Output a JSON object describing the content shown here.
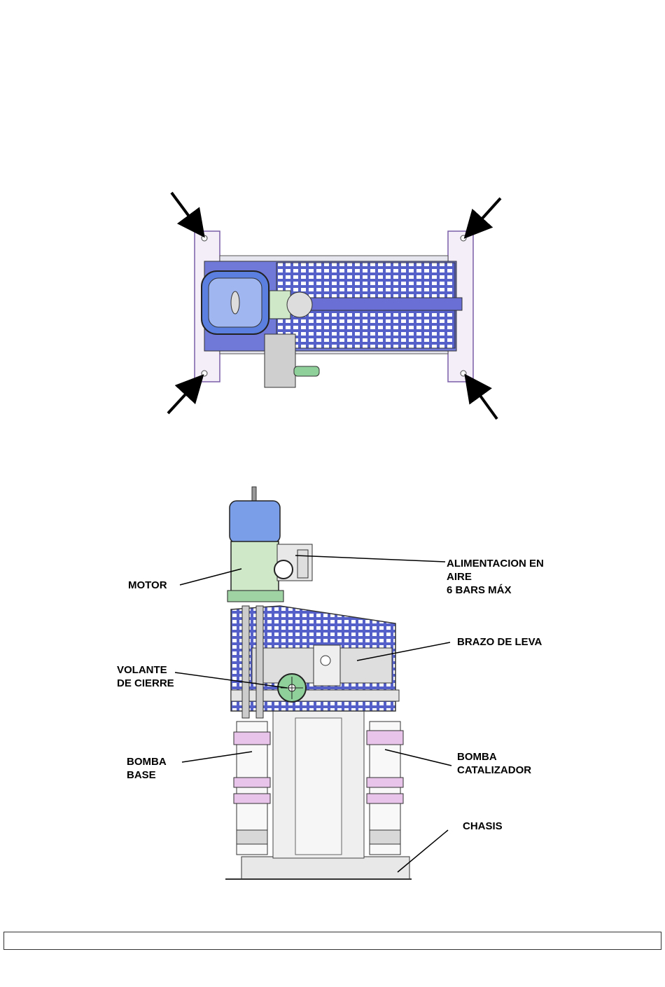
{
  "labels": {
    "motor": "MOTOR",
    "alimentacion_line1": "ALIMENTACION EN",
    "alimentacion_line2": "AIRE",
    "alimentacion_line3": "6 BARS MÁX",
    "brazo": "BRAZO DE LEVA",
    "volante_line1": "VOLANTE",
    "volante_line2": "DE CIERRE",
    "bomba_base_line1": "BOMBA",
    "bomba_base_line2": "BASE",
    "bomba_cat_line1": "BOMBA",
    "bomba_cat_line2": "CATALIZADOR",
    "chasis": "CHASIS"
  },
  "colors": {
    "frame": "#7b5fa8",
    "motor_blue": "#5b7fe0",
    "guard": "#6a6fd6",
    "motor_green": "#cfe8c7",
    "pump_pink": "#e8c3ea",
    "steel": "#dcdcdc"
  }
}
